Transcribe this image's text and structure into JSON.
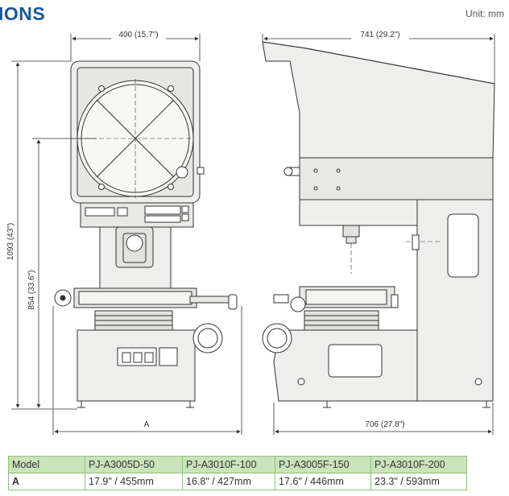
{
  "heading": "IONS",
  "unit": "Unit: mm",
  "dimensions": {
    "front_width": "400 (15.7\")",
    "side_width": "741 (29.2\")",
    "total_height": "1093 (43\")",
    "stage_height": "854 (33.6\")",
    "front_base": "A",
    "side_base": "706 (27.8\")"
  },
  "table": {
    "headers": [
      "Model",
      "PJ-A3005D-50",
      "PJ-A3010F-100",
      "PJ-A3005F-150",
      "PJ-A3010F-200"
    ],
    "rows": [
      {
        "label": "A",
        "values": [
          "17.9\" / 455mm",
          "16.8\" / 427mm",
          "17.6\" / 446mm",
          "23.3\" / 593mm"
        ]
      }
    ]
  },
  "colors": {
    "heading": "#1a56a0",
    "table_header": "#c9e3bb",
    "table_border": "#8fbf7e",
    "machine_fill": "#eeeeec",
    "line": "#333333"
  }
}
